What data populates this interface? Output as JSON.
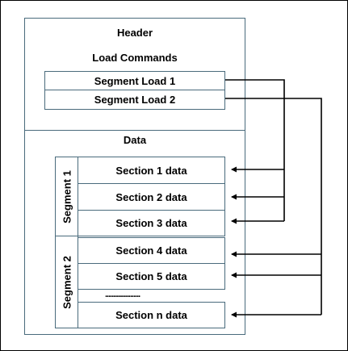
{
  "file_layout": {
    "header": "Header",
    "load_commands": {
      "title": "Load Commands",
      "items": [
        "Segment Load 1",
        "Segment Load 2"
      ]
    },
    "data": {
      "title": "Data",
      "segments": [
        {
          "name": "Segment 1",
          "sections": [
            "Section 1 data",
            "Section 2 data",
            "Section 3 data"
          ]
        },
        {
          "name": "Segment 2",
          "sections": [
            "Section 4 data",
            "Section 5 data",
            "Section n data"
          ]
        }
      ],
      "ellipsis": "....................."
    }
  },
  "colors": {
    "box_border": "#4a6b7c",
    "arrow": "#000000"
  }
}
